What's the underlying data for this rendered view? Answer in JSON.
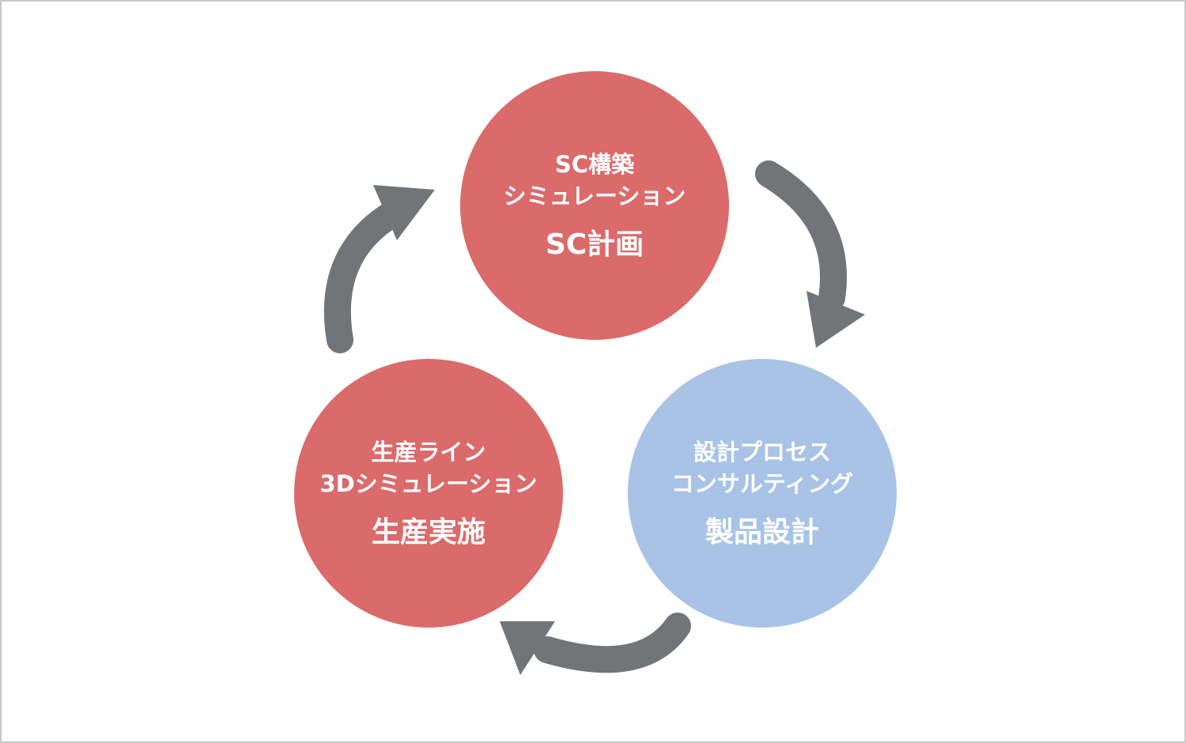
{
  "colors": {
    "node_red": "#db6a6b",
    "node_blue": "#a8c3e6",
    "arrow": "#727578",
    "text": "#ffffff"
  },
  "nodes": {
    "top": {
      "line1": "SC構築",
      "line2": "シミュレーション",
      "title": "SC計画"
    },
    "right": {
      "line1": "設計プロセス",
      "line2": "コンサルティング",
      "title": "製品設計"
    },
    "left": {
      "line1": "生産ライン",
      "line2": "3Dシミュレーション",
      "title": "生産実施"
    }
  },
  "cycle": {
    "direction": "clockwise",
    "order": [
      "top",
      "right",
      "left"
    ]
  }
}
